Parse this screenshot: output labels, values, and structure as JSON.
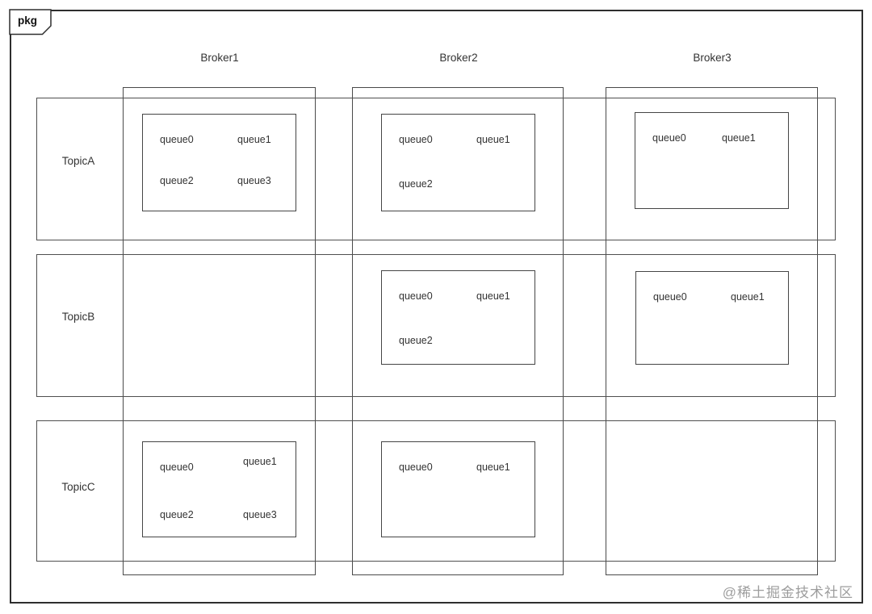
{
  "package": {
    "label": "pkg"
  },
  "brokers": {
    "broker1": {
      "label": "Broker1"
    },
    "broker2": {
      "label": "Broker2"
    },
    "broker3": {
      "label": "Broker3"
    }
  },
  "topics": {
    "topicA": {
      "label": "TopicA"
    },
    "topicB": {
      "label": "TopicB"
    },
    "topicC": {
      "label": "TopicC"
    }
  },
  "queue_groups": {
    "topicA_broker1": {
      "queues": [
        "queue0",
        "queue1",
        "queue2",
        "queue3"
      ]
    },
    "topicA_broker2": {
      "queues": [
        "queue0",
        "queue1",
        "queue2"
      ]
    },
    "topicA_broker3": {
      "queues": [
        "queue0",
        "queue1"
      ]
    },
    "topicB_broker1": {
      "queues": []
    },
    "topicB_broker2": {
      "queues": [
        "queue0",
        "queue1",
        "queue2"
      ]
    },
    "topicB_broker3": {
      "queues": [
        "queue0",
        "queue1"
      ]
    },
    "topicC_broker1": {
      "queues": [
        "queue0",
        "queue1",
        "queue2",
        "queue3"
      ]
    },
    "topicC_broker2": {
      "queues": [
        "queue0",
        "queue1"
      ]
    },
    "topicC_broker3": {
      "queues": []
    }
  },
  "watermark": {
    "text": "@稀土掘金技术社区",
    "color": "#9d9d9d"
  },
  "colors": {
    "background": "#ffffff",
    "frame_line": "#2e2e2e",
    "box_line": "#4a4a4a",
    "text": "#333333"
  }
}
